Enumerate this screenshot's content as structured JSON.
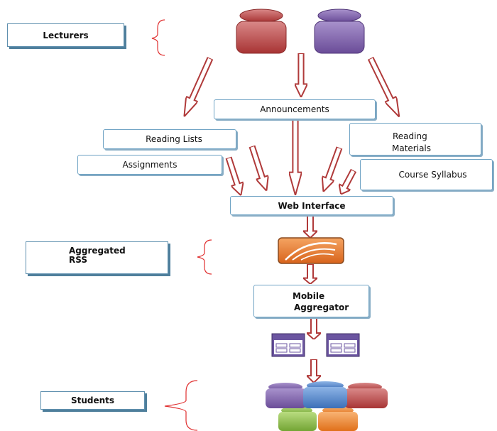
{
  "side_labels": {
    "lecturers": "Lecturers",
    "aggregated_rss_line1": "Aggregated",
    "aggregated_rss_line2": "RSS",
    "students": "Students"
  },
  "content_types": {
    "announcements": "Announcements",
    "reading_lists": "Reading Lists",
    "assignments": "Assignments",
    "reading_materials_line1": "Reading",
    "reading_materials_line2": "Materials",
    "course_syllabus": "Course Syllabus"
  },
  "flow": {
    "web_interface": "Web Interface",
    "mobile_aggregator_line1": "Mobile",
    "mobile_aggregator_line2": "Aggregator"
  },
  "icons": [
    "lecturer-figure-icon",
    "rss-feed-icon",
    "mobile-device-icon",
    "student-group-icon",
    "brace-icon",
    "arrow-icon"
  ],
  "colors": {
    "arrow": "#b03a3a",
    "brace": "#e03030",
    "box_border": "#6fa3c4",
    "lecturer_red": "#b84a4a",
    "lecturer_purple": "#7a5aa6",
    "rss_orange": "#e8792a",
    "device_purple": "#6b55a0",
    "student_blue": "#4f82c8",
    "student_green": "#8bbf45",
    "student_orange": "#f08a2a"
  }
}
